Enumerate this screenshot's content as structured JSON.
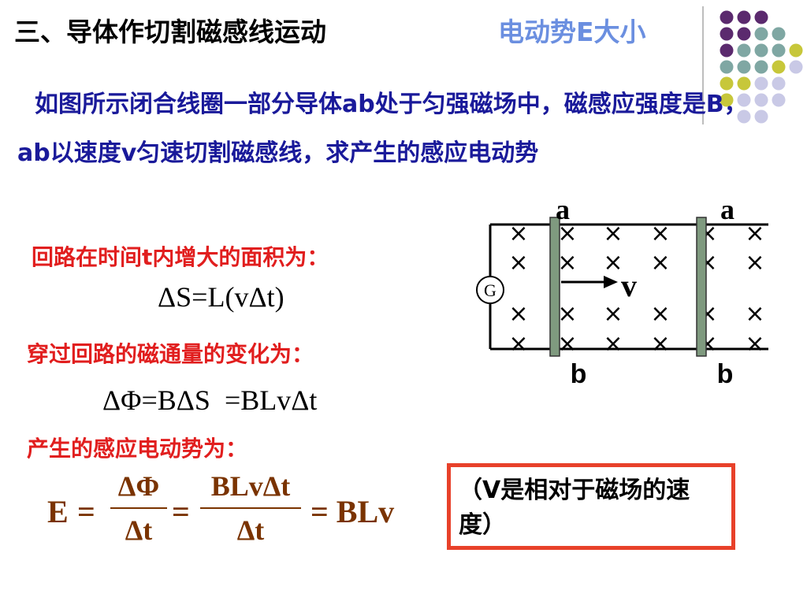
{
  "title": "三、导体作切割磁感线运动",
  "subtitle": "电动势E大小",
  "paragraph": "如图所示闭合线圈一部分导体ab处于匀强磁场中，磁感应强度是B，ab以速度v匀速切割磁感线，求产生的感应电动势",
  "steps": {
    "area_label": "回路在时间t内增大的面积为：",
    "area_formula": "ΔS=L(vΔt)",
    "flux_label": "穿过回路的磁通量的变化为：",
    "flux_formula": "ΔΦ=BΔS  =BLvΔt",
    "emf_label": "产生的感应电动势为："
  },
  "emf_equation": {
    "lhs": "E",
    "eq1": "=",
    "frac1_num": "ΔΦ",
    "frac1_den": "Δt",
    "eq2": "=",
    "frac2_num": "BLvΔt",
    "frac2_den": "Δt",
    "result": "= BLv"
  },
  "note": "（V是相对于磁场的速度）",
  "diagram": {
    "label_a_left": "a",
    "label_a_right": "a",
    "label_b_left": "b",
    "label_b_right": "b",
    "galvanometer": "G",
    "velocity": "v",
    "field_symbol": "×"
  },
  "colors": {
    "title": "#000000",
    "subtitle": "#6b8fe0",
    "paragraph": "#1a1a9a",
    "step_label": "#e11e1e",
    "equation": "#7a3300",
    "note_border": "#e8412a",
    "rod": "#7f9a7f",
    "dot_purple": "#5b2a6e",
    "dot_teal": "#7fa7a3",
    "dot_yellow": "#c7c73a",
    "dot_lilac": "#c9c9e6"
  }
}
